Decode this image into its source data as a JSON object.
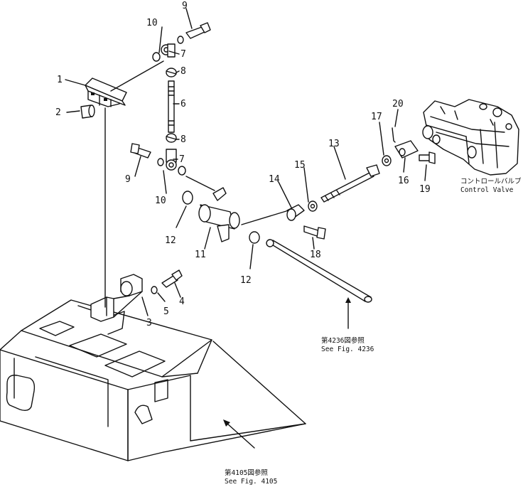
{
  "callouts": [
    {
      "id": "c1",
      "label": "1"
    },
    {
      "id": "c2",
      "label": "2"
    },
    {
      "id": "c3",
      "label": "3"
    },
    {
      "id": "c4",
      "label": "4"
    },
    {
      "id": "c5",
      "label": "5"
    },
    {
      "id": "c6",
      "label": "6"
    },
    {
      "id": "c7a",
      "label": "7"
    },
    {
      "id": "c7b",
      "label": "7"
    },
    {
      "id": "c8a",
      "label": "8"
    },
    {
      "id": "c8b",
      "label": "8"
    },
    {
      "id": "c9a",
      "label": "9"
    },
    {
      "id": "c9b",
      "label": "9"
    },
    {
      "id": "c10a",
      "label": "10"
    },
    {
      "id": "c10b",
      "label": "10"
    },
    {
      "id": "c11",
      "label": "11"
    },
    {
      "id": "c12a",
      "label": "12"
    },
    {
      "id": "c12b",
      "label": "12"
    },
    {
      "id": "c13",
      "label": "13"
    },
    {
      "id": "c14",
      "label": "14"
    },
    {
      "id": "c15",
      "label": "15"
    },
    {
      "id": "c16",
      "label": "16"
    },
    {
      "id": "c17",
      "label": "17"
    },
    {
      "id": "c18",
      "label": "18"
    },
    {
      "id": "c19",
      "label": "19"
    },
    {
      "id": "c20",
      "label": "20"
    }
  ],
  "references": {
    "control_valve_jp": "コントロールバルブ",
    "control_valve_en": "Control Valve",
    "fig4236_jp": "第4236図参照",
    "fig4236_en": "See Fig. 4236",
    "fig4105_jp": "第4105図参照",
    "fig4105_en": "See Fig. 4105"
  }
}
